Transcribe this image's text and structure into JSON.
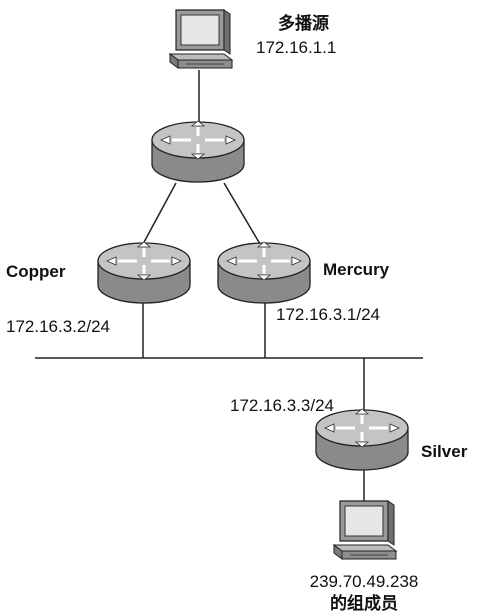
{
  "diagram": {
    "source": {
      "name": "多播源",
      "ip": "172.16.1.1",
      "icon": "computer-icon"
    },
    "routers": {
      "top": {
        "name": "",
        "icon": "router-icon"
      },
      "copper": {
        "name": "Copper",
        "ip": "172.16.3.2/24",
        "icon": "router-icon"
      },
      "mercury": {
        "name": "Mercury",
        "ip": "172.16.3.1/24",
        "icon": "router-icon"
      },
      "silver": {
        "name": "Silver",
        "ip": "172.16.3.3/24",
        "icon": "router-icon"
      }
    },
    "receiver": {
      "group": "239.70.49.238",
      "caption": "的组成员",
      "icon": "computer-icon"
    },
    "colors": {
      "line": "#222222",
      "router_body": "#b8b8b8",
      "screen": "#e6e6e6"
    }
  }
}
